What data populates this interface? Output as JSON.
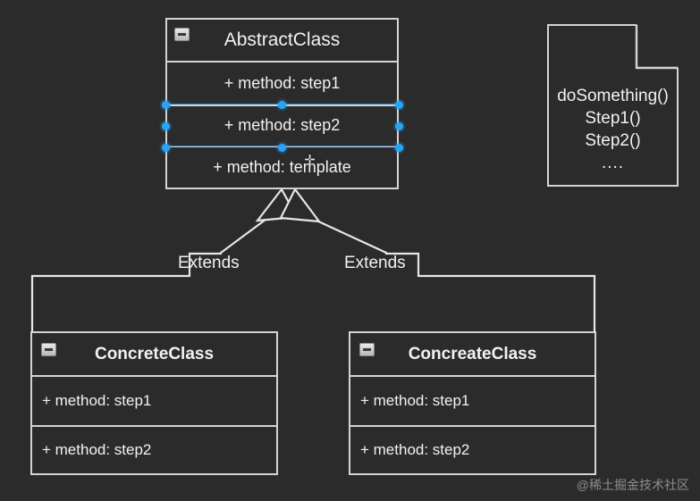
{
  "canvas": {
    "background": "#2b2b2b",
    "stroke": "#d4d4d4",
    "selection_color": "#29a3f5"
  },
  "abstract_class": {
    "title": "AbstractClass",
    "collapse_icon": "collapse-minus-icon",
    "rows": [
      {
        "label": "+ method: step1",
        "selected": false
      },
      {
        "label": "+ method: step2",
        "selected": true
      },
      {
        "label": "+ method: template",
        "selected": false
      }
    ]
  },
  "concrete_classes": [
    {
      "title": "ConcreteClass",
      "collapse_icon": "collapse-minus-icon",
      "rows": [
        {
          "label": "+ method: step1"
        },
        {
          "label": "+ method: step2"
        }
      ]
    },
    {
      "title": "ConcreateClass",
      "collapse_icon": "collapse-minus-icon",
      "rows": [
        {
          "label": "+ method: step1"
        },
        {
          "label": "+ method: step2"
        }
      ]
    }
  ],
  "note": {
    "lines": [
      "doSomething()",
      "Step1()",
      "Step2()"
    ],
    "ellipsis": "...."
  },
  "links": [
    {
      "label": "Extends",
      "type": "generalization"
    },
    {
      "label": "Extends",
      "type": "generalization"
    }
  ],
  "cursor": {
    "glyph": "✛",
    "name": "move-cursor"
  },
  "watermark": {
    "text": "@稀土掘金技术社区"
  }
}
